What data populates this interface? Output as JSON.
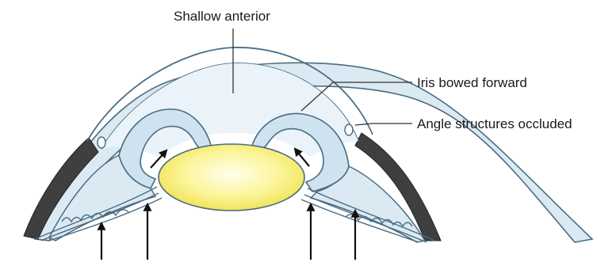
{
  "labels": {
    "shallow_anterior": "Shallow anterior",
    "iris_bowed_forward": "Iris bowed forward",
    "angle_structures_occluded": "Angle structures occluded"
  },
  "colors": {
    "chamber_fill": "#e6f1f7",
    "tissue_fill": "#d4e6f1",
    "tissue_stroke": "#4a6c82",
    "sclera_dark": "#3e3e3e",
    "lens_center": "#ffffe9",
    "lens_edge": "#f2e65a",
    "arrow": "#111111",
    "leader": "#333333"
  },
  "icons": {
    "pressure_arrow": "up-arrow-icon",
    "flow_arrow": "diagonal-arrow-icon"
  }
}
